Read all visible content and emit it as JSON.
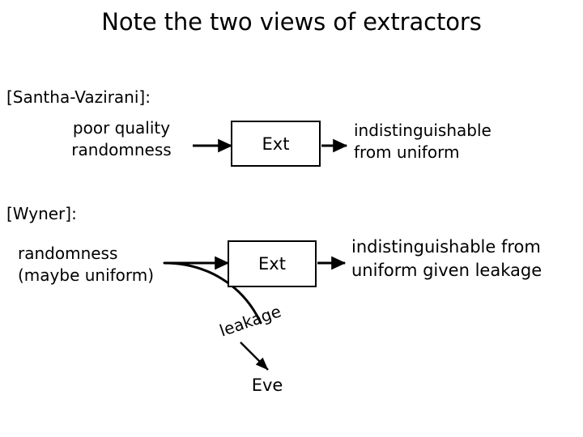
{
  "slide": {
    "title": "Note the two views of extractors",
    "background_color": "#ffffff",
    "ink_color": "#000000"
  },
  "sections": [
    {
      "tag": "[Santha-Vazirani]:",
      "input_label": "poor quality\nrandomness",
      "input_line1": "poor quality",
      "input_line2": "randomness",
      "box_label": "Ext",
      "output_line1": "indistinguishable",
      "output_line2": "from uniform"
    },
    {
      "tag": "[Wyner]:",
      "input_line1": "randomness",
      "input_line2": "(maybe uniform)",
      "box_label": "Ext",
      "output_line1": "indistinguishable from",
      "output_line2": "uniform given leakage"
    }
  ],
  "leakage": {
    "edge_label": "leakage",
    "adversary_label": "Eve"
  }
}
